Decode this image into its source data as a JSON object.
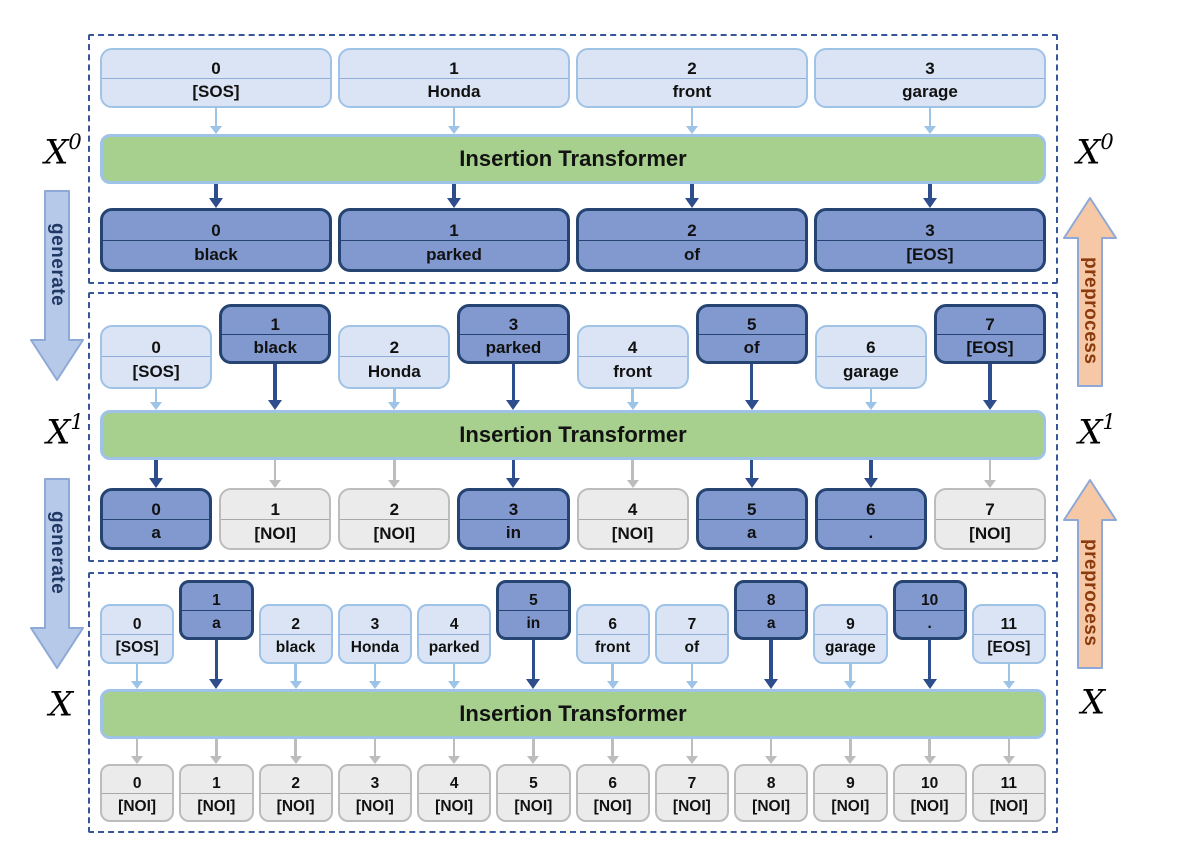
{
  "transformer_label": "Insertion Transformer",
  "rails": {
    "generate_label": "generate",
    "preprocess_label": "preprocess"
  },
  "colors": {
    "token_existing_fill": "#dbe4f4",
    "token_existing_border": "#9fc3e7",
    "token_new_fill": "#8299d0",
    "token_new_border": "#254472",
    "token_noi_fill": "#ebebeb",
    "token_noi_border": "#bcbcbc",
    "transformer_fill": "#a7d08e",
    "transformer_border": "#9fc3e7",
    "panel_border_dashed": "#36559a",
    "arrow_existing": "#9dc3e6",
    "arrow_new": "#2e4d8c",
    "arrow_noi": "#bdbdbd",
    "generate_arrow_fill": "#b7c9e8",
    "generate_text": "#1f3864",
    "preprocess_arrow_fill": "#f6c8a5",
    "preprocess_text": "#8a3a0c"
  },
  "panels": [
    {
      "label": {
        "base": "X",
        "sup": "0"
      },
      "inputs": [
        {
          "idx": "0",
          "word": "[SOS]"
        },
        {
          "idx": "1",
          "word": "Honda"
        },
        {
          "idx": "2",
          "word": "front"
        },
        {
          "idx": "3",
          "word": "garage"
        }
      ],
      "outputs": [
        {
          "idx": "0",
          "word": "black"
        },
        {
          "idx": "1",
          "word": "parked"
        },
        {
          "idx": "2",
          "word": "of"
        },
        {
          "idx": "3",
          "word": "[EOS]"
        }
      ]
    },
    {
      "label": {
        "base": "X",
        "sup": "1"
      },
      "inputs": [
        {
          "idx": "0",
          "word": "[SOS]"
        },
        {
          "idx": "1",
          "word": "black"
        },
        {
          "idx": "2",
          "word": "Honda"
        },
        {
          "idx": "3",
          "word": "parked"
        },
        {
          "idx": "4",
          "word": "front"
        },
        {
          "idx": "5",
          "word": "of"
        },
        {
          "idx": "6",
          "word": "garage"
        },
        {
          "idx": "7",
          "word": "[EOS]"
        }
      ],
      "outputs": [
        {
          "idx": "0",
          "word": "a"
        },
        {
          "idx": "1",
          "word": "[NOI]"
        },
        {
          "idx": "2",
          "word": "[NOI]"
        },
        {
          "idx": "3",
          "word": "in"
        },
        {
          "idx": "4",
          "word": "[NOI]"
        },
        {
          "idx": "5",
          "word": "a"
        },
        {
          "idx": "6",
          "word": "."
        },
        {
          "idx": "7",
          "word": "[NOI]"
        }
      ]
    },
    {
      "label": {
        "base": "X",
        "sup": ""
      },
      "inputs": [
        {
          "idx": "0",
          "word": "[SOS]"
        },
        {
          "idx": "1",
          "word": "a"
        },
        {
          "idx": "2",
          "word": "black"
        },
        {
          "idx": "3",
          "word": "Honda"
        },
        {
          "idx": "4",
          "word": "parked"
        },
        {
          "idx": "5",
          "word": "in"
        },
        {
          "idx": "6",
          "word": "front"
        },
        {
          "idx": "7",
          "word": "of"
        },
        {
          "idx": "8",
          "word": "a"
        },
        {
          "idx": "9",
          "word": "garage"
        },
        {
          "idx": "10",
          "word": "."
        },
        {
          "idx": "11",
          "word": "[EOS]"
        }
      ],
      "outputs": [
        {
          "idx": "0",
          "word": "[NOI]"
        },
        {
          "idx": "1",
          "word": "[NOI]"
        },
        {
          "idx": "2",
          "word": "[NOI]"
        },
        {
          "idx": "3",
          "word": "[NOI]"
        },
        {
          "idx": "4",
          "word": "[NOI]"
        },
        {
          "idx": "5",
          "word": "[NOI]"
        },
        {
          "idx": "6",
          "word": "[NOI]"
        },
        {
          "idx": "7",
          "word": "[NOI]"
        },
        {
          "idx": "8",
          "word": "[NOI]"
        },
        {
          "idx": "9",
          "word": "[NOI]"
        },
        {
          "idx": "10",
          "word": "[NOI]"
        },
        {
          "idx": "11",
          "word": "[NOI]"
        }
      ]
    }
  ]
}
